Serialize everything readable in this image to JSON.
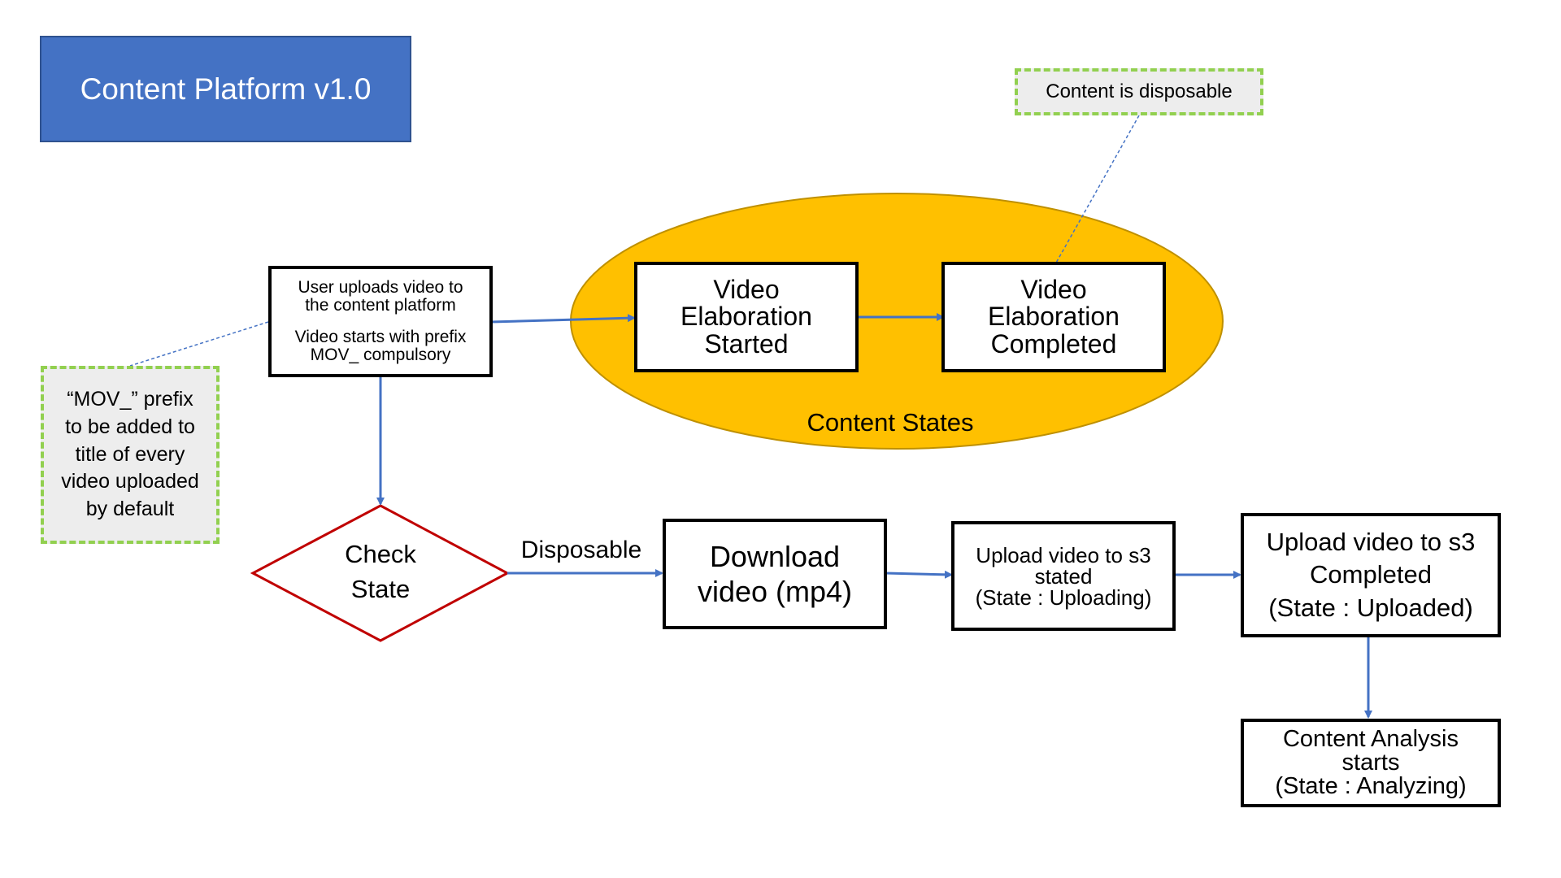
{
  "title": "Content Platform v1.0",
  "notes": {
    "disposable": "Content is disposable",
    "prefix": "“MOV_” prefix\nto be added to\ntitle of every\nvideo uploaded\nby default"
  },
  "nodes": {
    "upload": {
      "line1": "User uploads video to\nthe content platform",
      "line2": "Video starts with prefix\nMOV_ compulsory"
    },
    "elab_started": "Video\nElaboration\nStarted",
    "elab_completed": "Video\nElaboration\nCompleted",
    "content_states_label": "Content States",
    "check_state": "Check\nState",
    "download": "Download\nvideo (mp4)",
    "s3_started": "Upload video to s3\nstated\n(State : Uploading)",
    "s3_completed": "Upload video to s3\nCompleted\n(State : Uploaded)",
    "analysis": "Content Analysis\nstarts\n(State : Analyzing)"
  },
  "edges": {
    "disposable_label": "Disposable"
  },
  "colors": {
    "title_bg": "#4472c4",
    "ellipse_fill": "#ffc000",
    "ellipse_stroke": "#bf9000",
    "arrow": "#4472c4",
    "decision_stroke": "#c00000",
    "note_border": "#92d050",
    "note_bg": "#ededed"
  }
}
